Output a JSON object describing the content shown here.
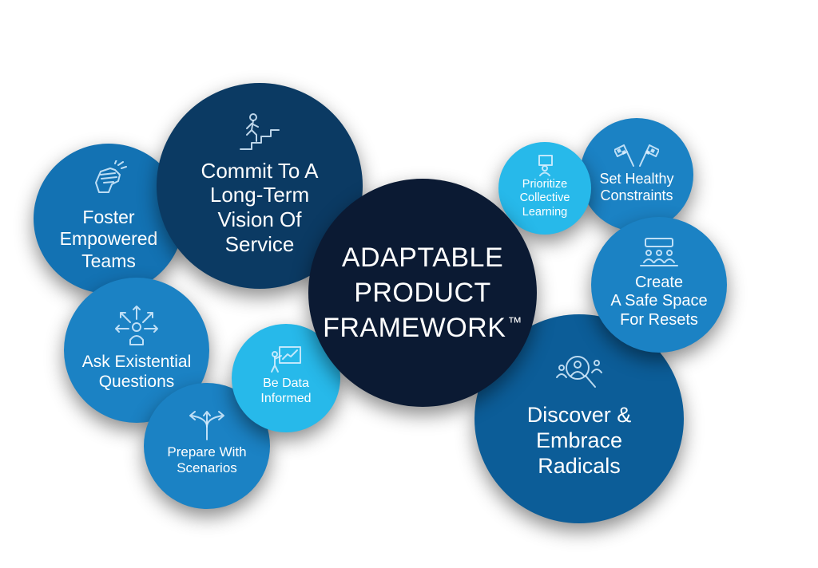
{
  "center": {
    "line1": "ADAPTABLE",
    "line2": "PRODUCT",
    "line3": "FRAMEWORK",
    "trademark": "™"
  },
  "bubbles": {
    "commit": {
      "label": "Commit To A\nLong-Term\nVision Of\nService",
      "icon": "stairs-climber-icon"
    },
    "foster": {
      "label": "Foster\nEmpowered\nTeams",
      "icon": "raised-fist-icon"
    },
    "ask": {
      "label": "Ask Existential\nQuestions",
      "icon": "person-arrows-icon"
    },
    "data": {
      "label": "Be Data\nInformed",
      "icon": "presentation-chart-icon"
    },
    "prepare": {
      "label": "Prepare With\nScenarios",
      "icon": "split-arrows-icon"
    },
    "prioritize": {
      "label": "Prioritize\nCollective\nLearning",
      "icon": "teacher-board-icon"
    },
    "constraints": {
      "label": "Set Healthy\nConstraints",
      "icon": "checkered-flags-icon"
    },
    "safe": {
      "label": "Create\nA Safe Space\nFor Resets",
      "icon": "group-meeting-icon"
    },
    "discover": {
      "label": "Discover &\nEmbrace\nRadicals",
      "icon": "magnifier-person-icon"
    }
  },
  "colors": {
    "navy": "#0b1a33",
    "dark_blue": "#0b3a63",
    "mid_blue": "#1b82c4",
    "cyan": "#27b9ea",
    "deep_blue": "#0c5d98"
  }
}
